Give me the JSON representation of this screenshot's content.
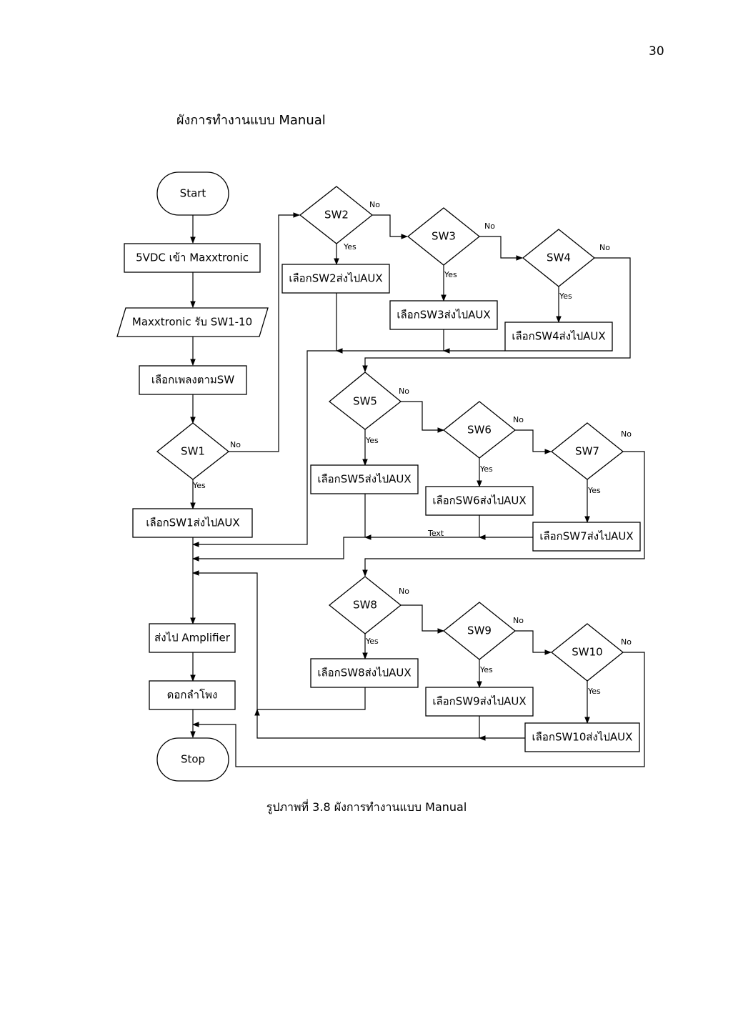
{
  "page": {
    "number": "30"
  },
  "heading": "ผังการทำงานแบบ Manual",
  "caption": "รูปภาพที่ 3.8 ผังการทำงานแบบ Manual",
  "flowchart": {
    "nodes": {
      "start": "Start",
      "power": "5VDC เข้า Maxxtronic",
      "input": "Maxxtronic รับ SW1-10",
      "select_song": "เลือกเพลงตามSW",
      "sw1": "SW1",
      "sw2": "SW2",
      "sw3": "SW3",
      "sw4": "SW4",
      "sw5": "SW5",
      "sw6": "SW6",
      "sw7": "SW7",
      "sw8": "SW8",
      "sw9": "SW9",
      "sw10": "SW10",
      "sel1": "เลือกSW1ส่งไปAUX",
      "sel2": "เลือกSW2ส่งไปAUX",
      "sel3": "เลือกSW3ส่งไปAUX",
      "sel4": "เลือกSW4ส่งไปAUX",
      "sel5": "เลือกSW5ส่งไปAUX",
      "sel6": "เลือกSW6ส่งไปAUX",
      "sel7": "เลือกSW7ส่งไปAUX",
      "sel8": "เลือกSW8ส่งไปAUX",
      "sel9": "เลือกSW9ส่งไปAUX",
      "sel10": "เลือกSW10ส่งไปAUX",
      "amp": "ส่งไป Amplifier",
      "speaker": "ดอกลำโพง",
      "stop": "Stop"
    },
    "edge_labels": {
      "yes": "Yes",
      "no": "No",
      "text": "Text"
    }
  }
}
